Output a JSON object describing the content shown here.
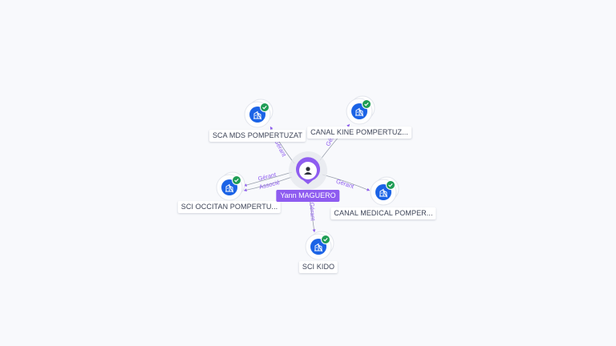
{
  "center": {
    "name": "Yann MAGUERO",
    "icon": "person-icon",
    "color": "#8e5cf0"
  },
  "companies": [
    {
      "id": "sca-mds",
      "name": "SCA MDS POMPERTUZAT",
      "icon": "building-icon",
      "verified": true
    },
    {
      "id": "canal-kine",
      "name": "CANAL KINE POMPERTUZ...",
      "icon": "building-icon",
      "verified": true
    },
    {
      "id": "sci-occitan",
      "name": "SCI OCCITAN POMPERTU...",
      "icon": "building-icon",
      "verified": true
    },
    {
      "id": "canal-medical",
      "name": "CANAL MEDICAL POMPER...",
      "icon": "building-icon",
      "verified": true
    },
    {
      "id": "sci-kido",
      "name": "SCI KIDO",
      "icon": "building-icon",
      "verified": true
    }
  ],
  "edges": [
    {
      "target": "sca-mds",
      "label": "Gérant"
    },
    {
      "target": "canal-kine",
      "label": "Gérant"
    },
    {
      "target": "sci-occitan",
      "label": "Gérant"
    },
    {
      "target": "sci-occitan",
      "label": "Associé"
    },
    {
      "target": "canal-medical",
      "label": "Gérant"
    },
    {
      "target": "sci-kido",
      "label": "Gérant"
    }
  ],
  "colors": {
    "company_icon": "#1b63e6",
    "verified_badge": "#1f9d55",
    "edge_line": "#9aa0ad",
    "edge_label": "#8e5cf0"
  }
}
